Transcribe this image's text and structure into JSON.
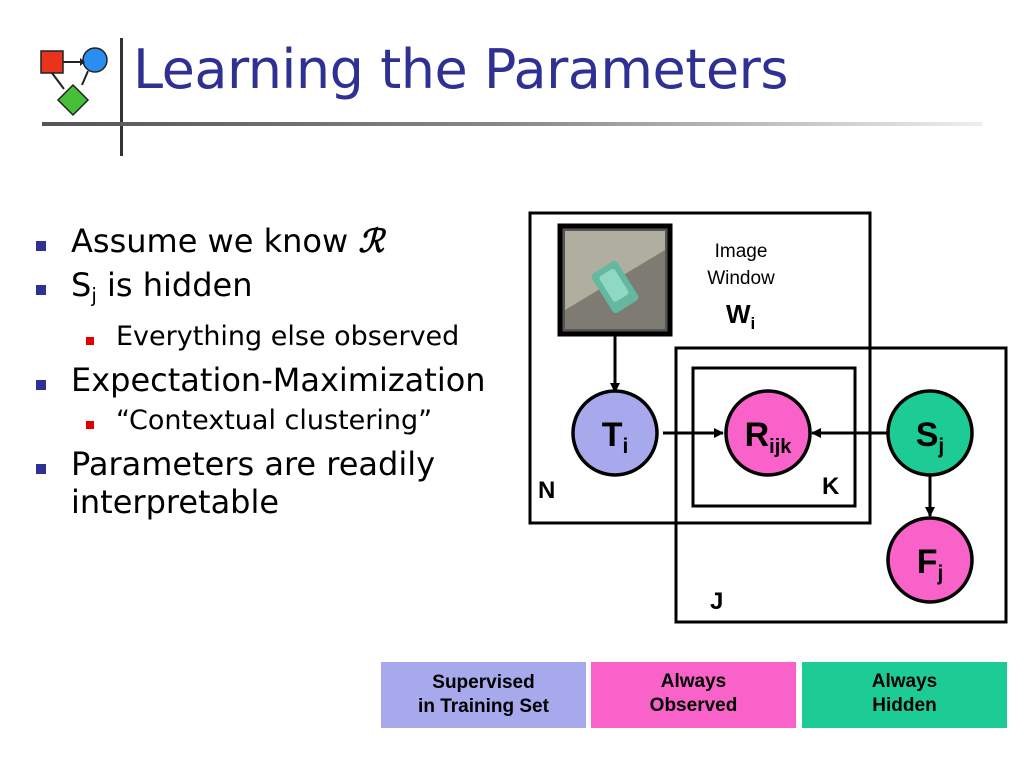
{
  "slide": {
    "title": "Learning the Parameters"
  },
  "bullets": [
    {
      "level": 1,
      "text": "Assume we know ",
      "symbol": "ℛ"
    },
    {
      "level": 1,
      "text": "S",
      "sub": "j",
      "rest": " is hidden"
    },
    {
      "level": 2,
      "text": "Everything else observed"
    },
    {
      "level": 1,
      "text": "Expectation-Maximization"
    },
    {
      "level": 2,
      "text": "“Contextual clustering”"
    },
    {
      "level": 1,
      "text": "Parameters are readily interpretable",
      "line1": "Parameters are readily",
      "line2": "interpretable"
    }
  ],
  "diagram": {
    "image_window_label_1": "Image",
    "image_window_label_2": "Window",
    "w_label": "W",
    "w_sub": "i",
    "nodes": {
      "T": {
        "label": "T",
        "sub": "i",
        "color": "#a8a8ec"
      },
      "R": {
        "label": "R",
        "sub": "ijk",
        "color": "#f962c8"
      },
      "S": {
        "label": "S",
        "sub": "j",
        "color": "#1ccc94"
      },
      "F": {
        "label": "F",
        "sub": "j",
        "color": "#f962c8"
      }
    },
    "plates": {
      "N": "N",
      "K": "K",
      "J": "J"
    }
  },
  "legend": [
    {
      "line1": "Supervised",
      "line2": "in Training Set",
      "color": "#a8a8ec"
    },
    {
      "line1": "Always",
      "line2": "Observed",
      "color": "#f962c8"
    },
    {
      "line1": "Always",
      "line2": "Hidden",
      "color": "#1ccc94"
    }
  ]
}
